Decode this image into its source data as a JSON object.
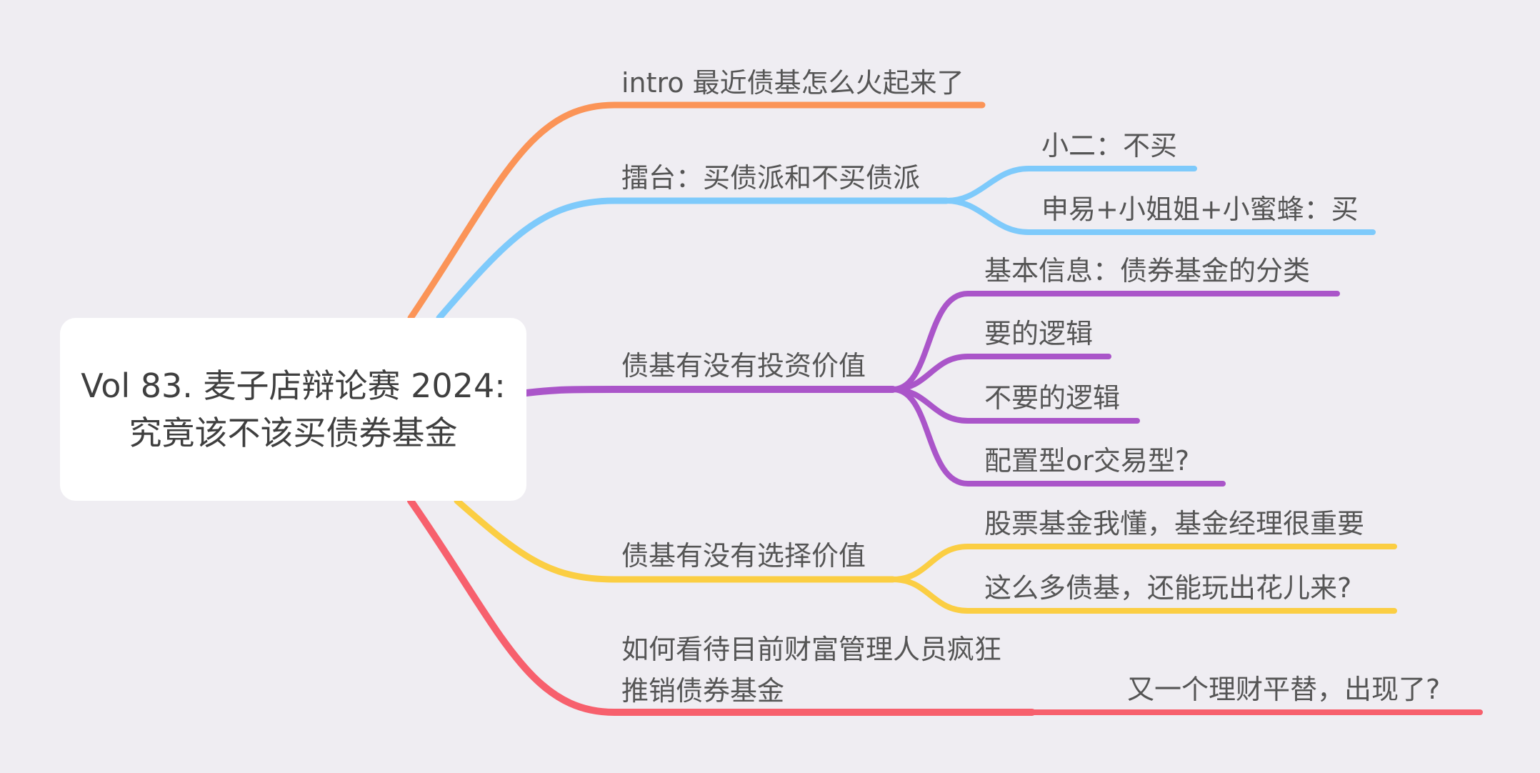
{
  "root": {
    "title": "Vol 83. 麦子店辩论赛 2024: 究竟该不该买债券基金"
  },
  "branches": [
    {
      "label": "intro 最近债基怎么火起来了",
      "color": "#fb9457",
      "children": []
    },
    {
      "label": "擂台：买债派和不买债派",
      "color": "#7ecafb",
      "children": [
        {
          "label": "小二：不买"
        },
        {
          "label": "申易+小姐姐+小蜜蜂：买"
        }
      ]
    },
    {
      "label": "债基有没有投资价值",
      "color": "#aa55c9",
      "children": [
        {
          "label": "基本信息：债券基金的分类"
        },
        {
          "label": "要的逻辑"
        },
        {
          "label": "不要的逻辑"
        },
        {
          "label": "配置型or交易型?"
        }
      ]
    },
    {
      "label": "债基有没有选择价值",
      "color": "#fbce43",
      "children": [
        {
          "label": "股票基金我懂，基金经理很重要"
        },
        {
          "label": "这么多债基，还能玩出花儿来?"
        }
      ]
    },
    {
      "label_lines": [
        "如何看待目前财富管理人员疯狂",
        "推销债券基金"
      ],
      "color": "#f7606d",
      "children": [
        {
          "label": "又一个理财平替，出现了?"
        }
      ]
    }
  ]
}
